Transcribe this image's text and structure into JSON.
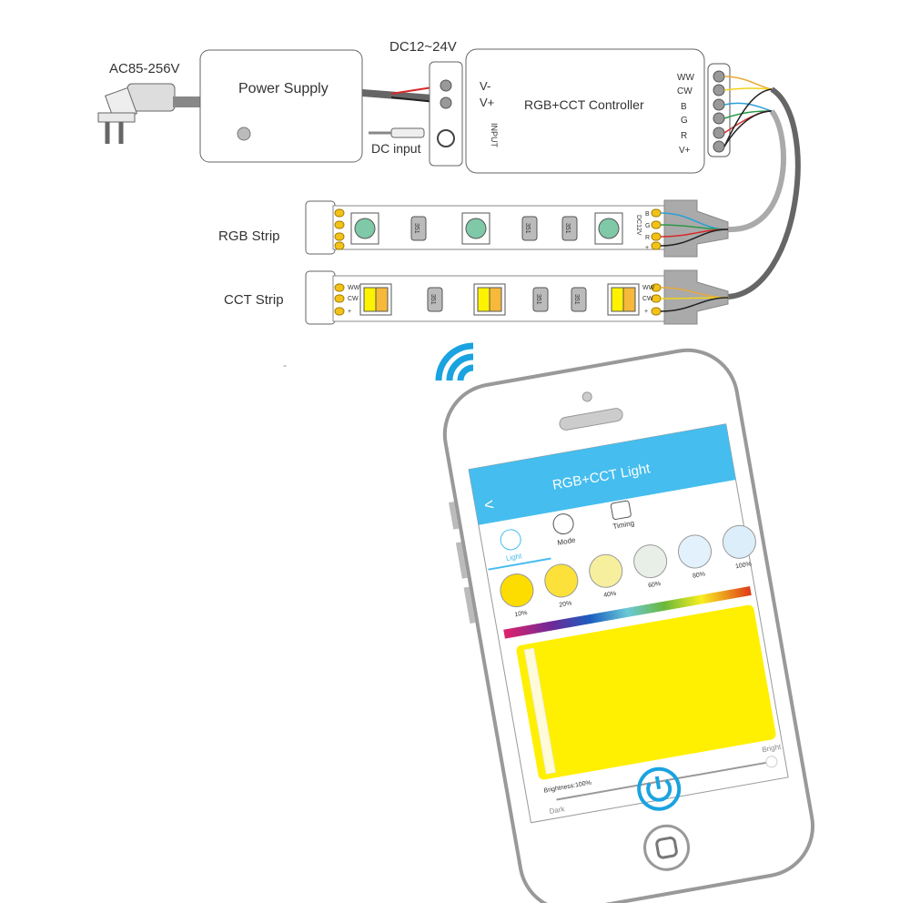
{
  "labels": {
    "ac_input": "AC85-256V",
    "power_supply": "Power Supply",
    "dc_voltage": "DC12~24V",
    "dc_input": "DC input",
    "controller": "RGB+CCT Controller",
    "v_minus": "V-",
    "v_plus": "V+",
    "input": "INPUT",
    "rgb_strip": "RGB Strip",
    "cct_strip": "CCT Strip",
    "dash": "-"
  },
  "terminals": [
    "WW",
    "CW",
    "B",
    "G",
    "R",
    "V+"
  ],
  "rgb_pins": [
    "B",
    "G",
    "R",
    "+"
  ],
  "cct_pins": [
    "WW",
    "CW",
    "+"
  ],
  "strip_voltage": "DC12V",
  "resistor_label": "351",
  "wire_colors": {
    "ww": "#e8a93a",
    "cw": "#f2d21a",
    "b": "#2a9fd8",
    "g": "#2a9a4a",
    "r": "#d8282a",
    "v": "#222222"
  },
  "app": {
    "title": "RGB+CCT Light",
    "back": "<",
    "tabs": [
      "Light",
      "Mode",
      "Timing"
    ],
    "presets": [
      "10%",
      "20%",
      "40%",
      "60%",
      "80%",
      "100%"
    ],
    "preset_colors": [
      "#fddc00",
      "#fbe13a",
      "#f6ef9e",
      "#e8efe6",
      "#e2f1fb",
      "#dbeefa"
    ],
    "selected_color": "#ffef00",
    "brightness": "Brightness:100%",
    "brightness_value": 100,
    "dark": "Dark",
    "bright": "Bright",
    "accent": "#45bdee"
  }
}
